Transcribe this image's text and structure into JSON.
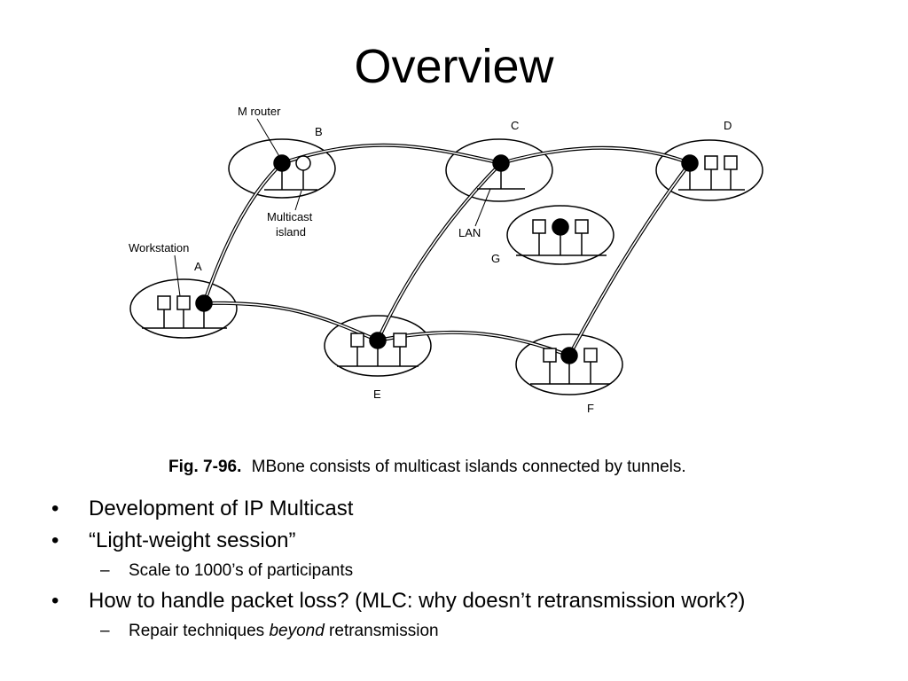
{
  "slide": {
    "title": "Overview"
  },
  "figure": {
    "labels": {
      "mrouter": "M router",
      "multicast_line1": "Multicast",
      "multicast_line2": "island",
      "workstation": "Workstation",
      "lan": "LAN",
      "A": "A",
      "B": "B",
      "C": "C",
      "D": "D",
      "E": "E",
      "F": "F",
      "G": "G"
    },
    "caption": {
      "prefix": "Fig.  7-96.",
      "text": "MBone consists of multicast islands connected by tunnels."
    }
  },
  "bullets": [
    {
      "text": "Development of IP Multicast"
    },
    {
      "text": "“Light-weight session”"
    },
    {
      "sub": "Scale to 1000’s of participants"
    },
    {
      "text": "How to handle packet loss? (MLC: why doesn’t retransmission work?)"
    },
    {
      "sub_before": "Repair techniques ",
      "sub_em": "beyond",
      "sub_after": " retransmission"
    }
  ]
}
